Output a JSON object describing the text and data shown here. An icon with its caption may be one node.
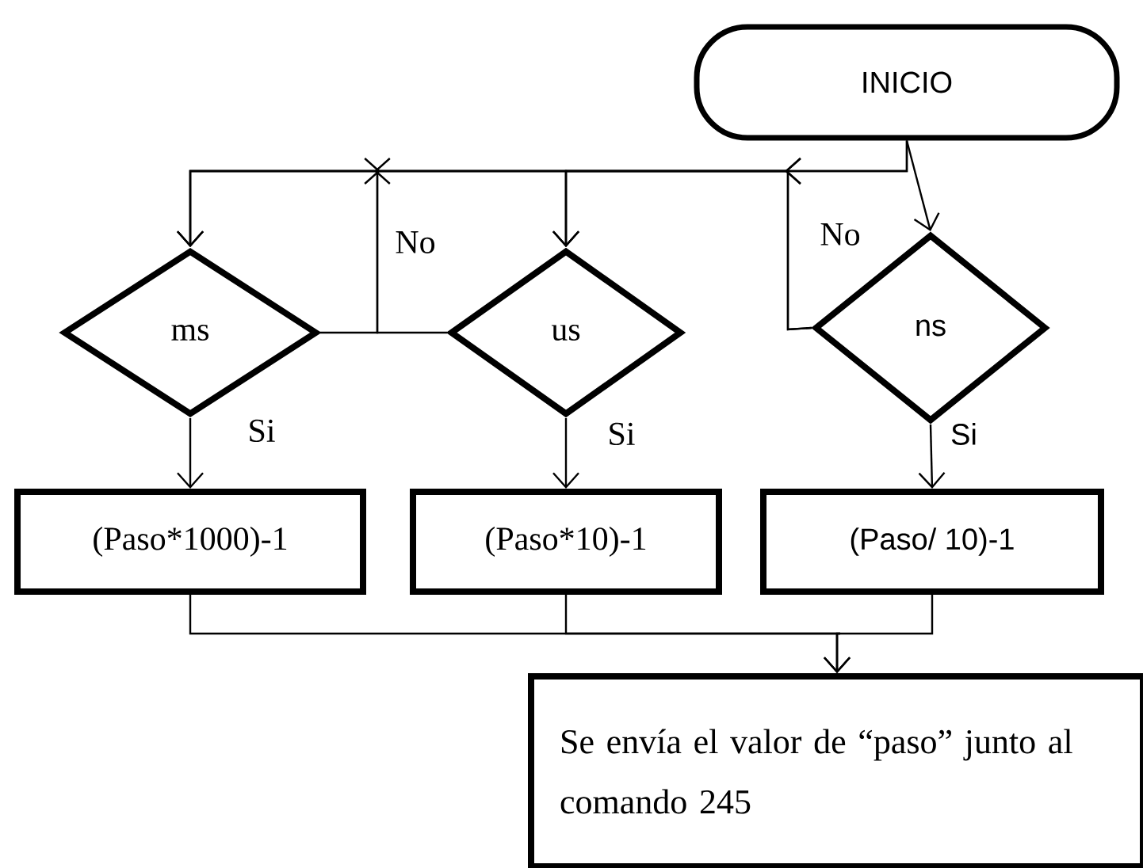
{
  "diagram": {
    "nodes": [
      {
        "text": [
          "INICIO"
        ]
      },
      {
        "text": [
          "ms"
        ]
      },
      {
        "text": [
          "us"
        ]
      },
      {
        "text": [
          "ns"
        ]
      },
      {
        "text": [
          "(Paso*1000)-1"
        ]
      },
      {
        "text": [
          "(Paso*10)-1"
        ]
      },
      {
        "text": [
          "(Paso/ 10)-1"
        ]
      },
      {
        "text": [
          "Se envía el valor de “paso” junto al comando 245"
        ]
      }
    ],
    "edges": [
      {
        "from": 0,
        "to": 3,
        "arrow": "to"
      },
      {
        "from": 0,
        "to": 1,
        "arrow": "to"
      },
      {
        "from": 0,
        "to": 2,
        "arrow": "to"
      },
      {
        "from": 1,
        "to": 2,
        "arrow": "to",
        "label": "No"
      },
      {
        "from": 2,
        "to": 1,
        "arrow": "to"
      },
      {
        "from": 3,
        "to": 1,
        "arrow": "to",
        "label": "No"
      },
      {
        "from": 3,
        "to": 2,
        "arrow": "to"
      },
      {
        "from": 1,
        "to": 4,
        "arrow": "to",
        "label": "Si"
      },
      {
        "from": 2,
        "to": 5,
        "arrow": "to",
        "label": "Si"
      },
      {
        "from": 3,
        "to": 6,
        "arrow": "to",
        "label": "Si"
      },
      {
        "from": 4,
        "to": 7,
        "arrow": "to"
      },
      {
        "from": 5,
        "to": 7,
        "arrow": "to"
      },
      {
        "from": 6,
        "to": 7,
        "arrow": "to"
      }
    ]
  }
}
